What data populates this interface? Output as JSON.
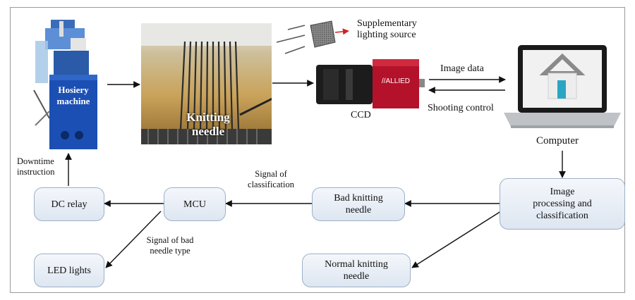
{
  "labels": {
    "supplementary_lighting": "Supplementary\nlighting source",
    "image_data": "Image data",
    "shooting_control": "Shooting control",
    "ccd": "CCD",
    "computer": "Computer",
    "downtime_instruction": "Downtime\ninstruction",
    "signal_classification": "Signal of\nclassification",
    "signal_bad_needle_type": "Signal of bad\nneedle type"
  },
  "overlays": {
    "hosiery_machine": "Hosiery\nmachine",
    "knitting_needle": "Knitting\nneedle",
    "camera_brand": "//ALLIED"
  },
  "boxes": {
    "image_processing": "Image\nprocessing and\nclassification",
    "bad_needle": "Bad knitting\nneedle",
    "normal_needle": "Normal knitting\nneedle",
    "mcu": "MCU",
    "dc_relay": "DC relay",
    "led_lights": "LED lights"
  },
  "colors": {
    "box_border": "#9db0c8",
    "machine_blue": "#1b4fb3",
    "camera_red": "#b3122a",
    "arrow": "#111111"
  }
}
